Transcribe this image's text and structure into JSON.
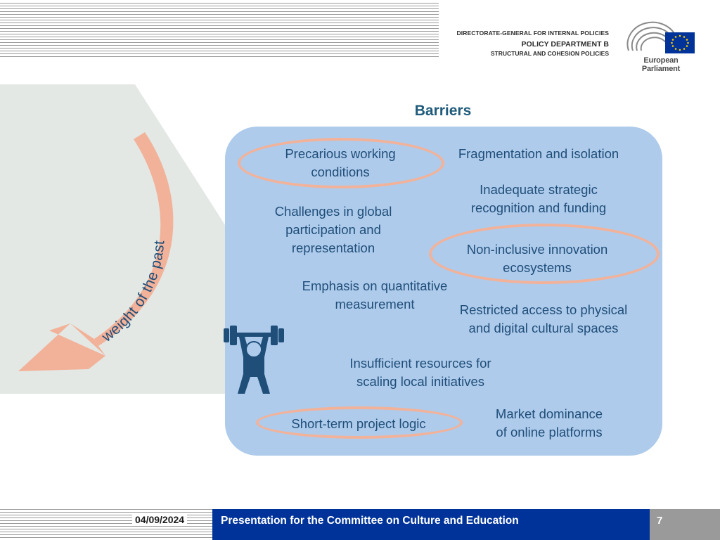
{
  "header": {
    "dg_line1": "DIRECTORATE-GENERAL FOR INTERNAL POLICIES",
    "dg_line2": "POLICY DEPARTMENT B",
    "dg_line3": "STRUCTURAL AND COHESION POLICIES",
    "ep_label": "European Parliament"
  },
  "diagram": {
    "title": "Barriers",
    "arrow_label": "weight of the past",
    "items": [
      {
        "line1": "Precarious working",
        "line2": "conditions",
        "highlighted": true
      },
      {
        "line1": "Fragmentation and isolation",
        "line2": "",
        "highlighted": false
      },
      {
        "line1": "Inadequate strategic",
        "line2": "recognition and funding",
        "highlighted": false
      },
      {
        "line1": "Challenges in global",
        "line2": "participation and",
        "line3": "representation",
        "highlighted": false
      },
      {
        "line1": "Non-inclusive innovation",
        "line2": "ecosystems",
        "highlighted": true
      },
      {
        "line1": "Emphasis on quantitative",
        "line2": "measurement",
        "highlighted": false
      },
      {
        "line1": "Restricted access to physical",
        "line2": "and digital cultural spaces",
        "highlighted": false
      },
      {
        "line1": "Insufficient resources for",
        "line2": "scaling local initiatives",
        "highlighted": false
      },
      {
        "line1": "Market dominance",
        "line2": "of online platforms",
        "highlighted": false
      },
      {
        "line1": "Short-term project logic",
        "line2": "",
        "highlighted": true
      }
    ],
    "colors": {
      "box": "#aecbeb",
      "text": "#1f4e79",
      "title": "#1f5b7a",
      "highlight": "#f2b29a",
      "arrow": "#f2b29a",
      "icon": "#1f4e79",
      "wedge": "#e3e8e4"
    }
  },
  "footer": {
    "date": "04/09/2024",
    "presentation": "Presentation for the Committee on Culture and Education",
    "page": "7",
    "bar_color": "#003399"
  }
}
